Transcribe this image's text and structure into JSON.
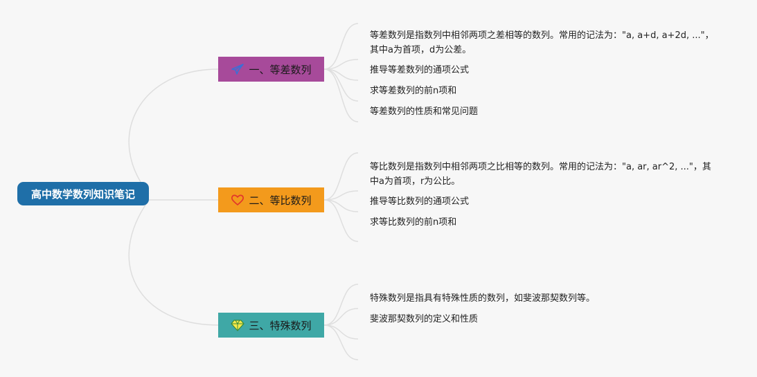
{
  "root": {
    "title": "高中数学数列知识笔记"
  },
  "branches": [
    {
      "title": "一、等差数列",
      "icon": "paper-plane-icon",
      "color": "#a74a9a",
      "items": [
        "等差数列是指数列中相邻两项之差相等的数列。常用的记法为：\"a, a+d, a+2d, ...\"，其中a为首项，d为公差。",
        "推导等差数列的通项公式",
        "求等差数列的前n项和",
        "等差数列的性质和常见问题"
      ]
    },
    {
      "title": "二、等比数列",
      "icon": "heart-icon",
      "color": "#f39a1c",
      "items": [
        "等比数列是指数列中相邻两项之比相等的数列。常用的记法为：\"a, ar, ar^2, ...\"，其中a为首项，r为公比。",
        "推导等比数列的通项公式",
        "求等比数列的前n项和"
      ]
    },
    {
      "title": "三、特殊数列",
      "icon": "diamond-icon",
      "color": "#3fa8a6",
      "items": [
        "特殊数列是指具有特殊性质的数列，如斐波那契数列等。",
        "斐波那契数列的定义和性质"
      ]
    }
  ]
}
